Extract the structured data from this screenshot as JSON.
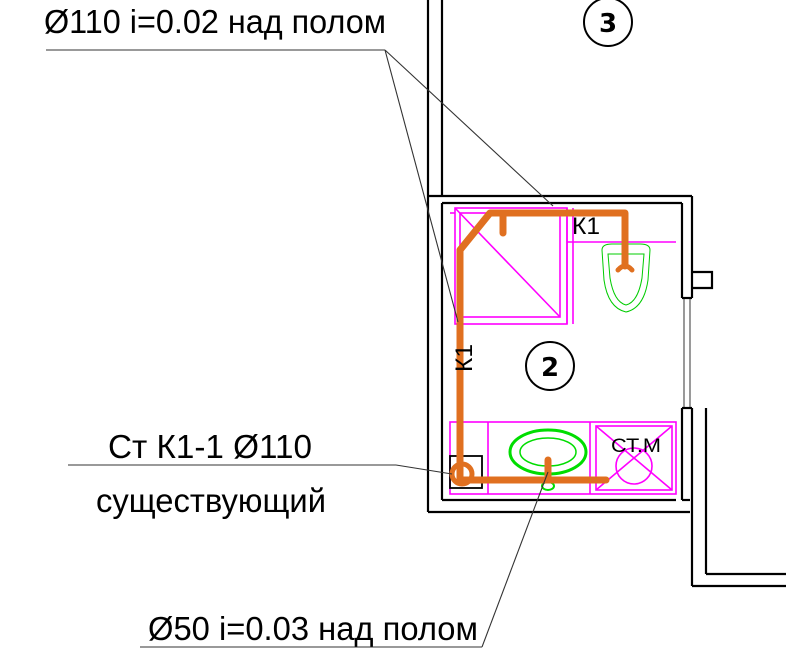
{
  "labels": {
    "pipe_top": "Ø110 i=0.02 над полом",
    "riser": "Ст К1-1 Ø110",
    "riser_note": "существующий",
    "pipe_bottom": "Ø50 i=0.03 над полом",
    "pipe_tag_top": "К1",
    "pipe_tag_left": "К1",
    "urinal_tag": "СТ.М"
  },
  "rooms": {
    "room_3": "3",
    "room_2": "2"
  },
  "colors": {
    "wall": "#000000",
    "sewer_pipe": "#e07020",
    "fixture_outline": "#ff00ff",
    "fixture_green": "#00cc00",
    "leader": "#555555"
  }
}
